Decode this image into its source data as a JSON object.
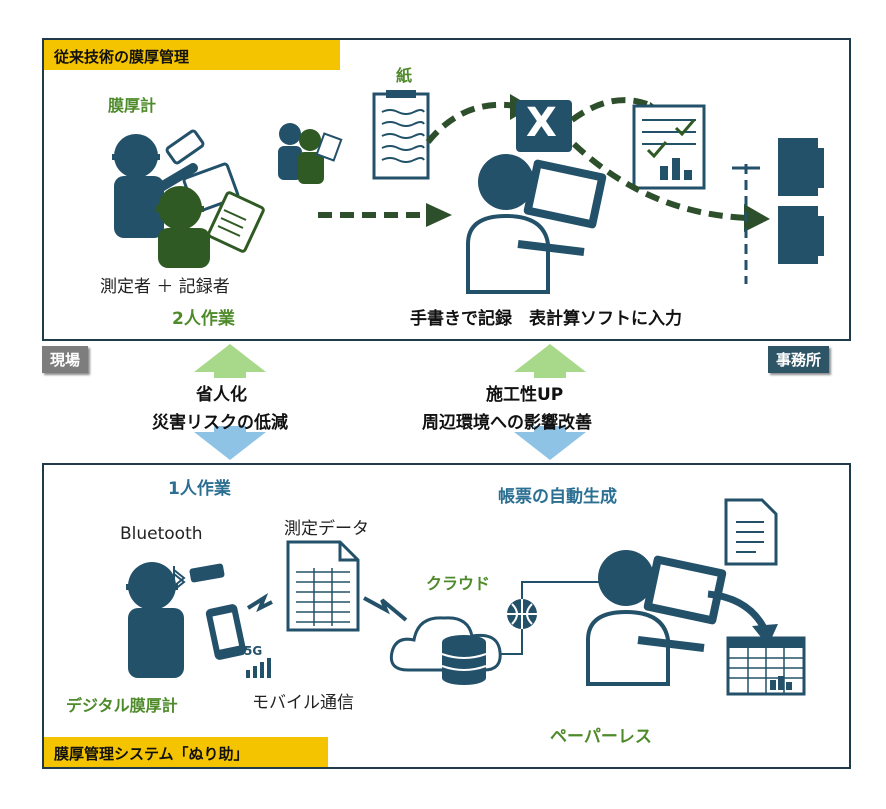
{
  "top_panel": {
    "title": "従来技術の膜厚管理",
    "thickness_gauge_label": "膜厚計",
    "paper_label": "紙",
    "roles": "測定者 ＋ 記録者",
    "two_person_work": "2人作業",
    "process_caption": "手書きで記録　表計算ソフトに入力",
    "spreadsheet_icon_letter": "X"
  },
  "site_tag": "現場",
  "office_tag": "事務所",
  "benefits_left": {
    "line1": "省人化",
    "line2": "災害リスクの低減"
  },
  "benefits_right": {
    "line1": "施工性UP",
    "line2": "周辺環境への影響改善"
  },
  "bottom_panel": {
    "title": "膜厚管理システム「ぬり助」",
    "one_person_work": "1人作業",
    "auto_report": "帳票の自動生成",
    "bluetooth": "Bluetooth",
    "measurement_data": "測定データ",
    "cloud": "クラウド",
    "digital_gauge": "デジタル膜厚計",
    "mobile_comm": "モバイル通信",
    "signal_label": "5G",
    "paperless": "ペーパーレス"
  },
  "colors": {
    "panel_border": "#1f3a4a",
    "title_bg": "#f5c400",
    "green_text": "#4f8a2b",
    "blue_text": "#2b6f92",
    "site_tag_bg": "#7d7d7d",
    "office_tag_bg": "#2d5566",
    "arrow_up_green": "#a8d88a",
    "arrow_down_blue": "#8fc3e6",
    "dashed_arrow": "#2e4f2c",
    "figure_navy": "#23516a",
    "figure_green": "#2f5a23"
  }
}
